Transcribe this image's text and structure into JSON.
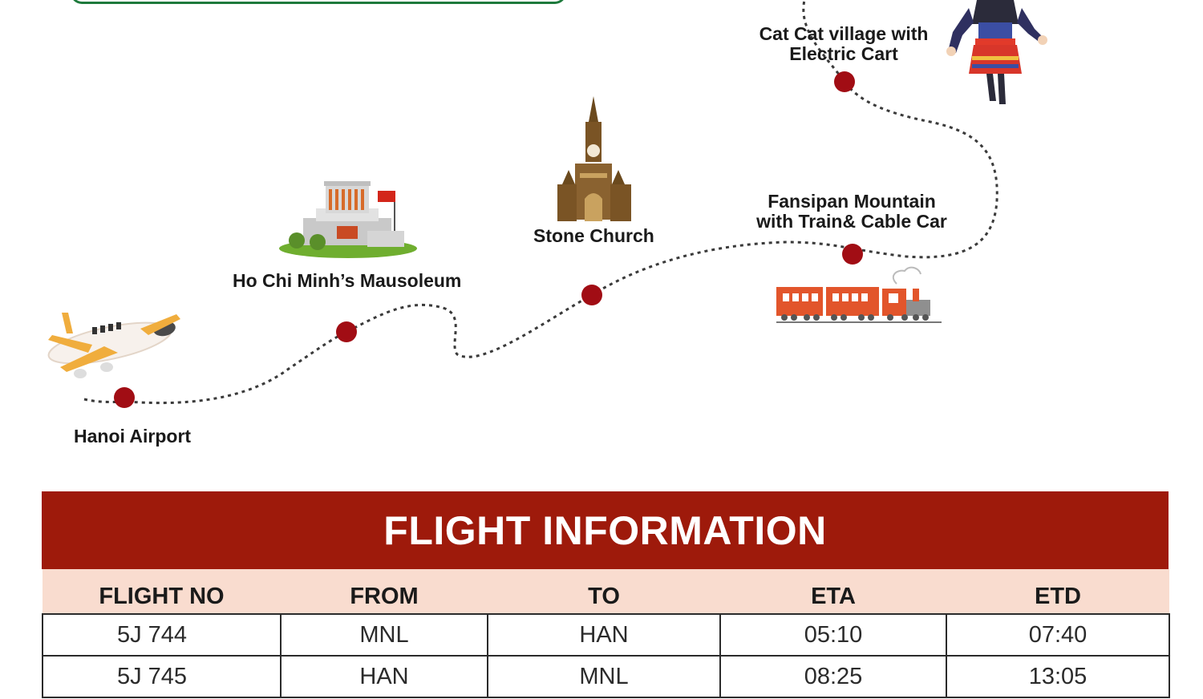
{
  "route": {
    "stops": [
      {
        "id": "hanoi-airport",
        "label": "Hanoi Airport"
      },
      {
        "id": "mausoleum",
        "label": "Ho Chi Minh’s Mausoleum"
      },
      {
        "id": "stone-church",
        "label": "Stone Church"
      },
      {
        "id": "fansipan",
        "label_line1": "Fansipan Mountain",
        "label_line2": "with Train& Cable Car"
      },
      {
        "id": "cat-cat",
        "label_line1": "Cat Cat village with",
        "label_line2": "Electric Cart"
      }
    ],
    "colors": {
      "dot": "#a10d14",
      "path": "#3a3a3a"
    },
    "icons": [
      "airplane-icon",
      "mausoleum-icon",
      "stone-church-icon",
      "train-icon",
      "hmong-woman-icon"
    ]
  },
  "flight_info": {
    "title": "FLIGHT INFORMATION",
    "columns": [
      "FLIGHT NO",
      "FROM",
      "TO",
      "ETA",
      "ETD"
    ],
    "rows": [
      [
        "5J 744",
        "MNL",
        "HAN",
        "05:10",
        "07:40"
      ],
      [
        "5J 745",
        "HAN",
        "MNL",
        "08:25",
        "13:05"
      ]
    ],
    "colors": {
      "header_bg": "#9e1a0b",
      "subheader_bg": "#f9dccf"
    }
  }
}
